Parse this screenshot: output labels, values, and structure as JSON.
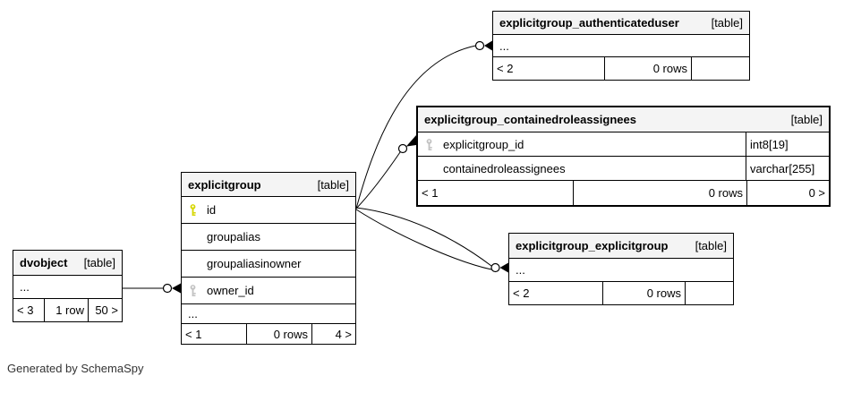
{
  "note": "Generated by SchemaSpy",
  "colors": {
    "background": "#ffffff",
    "table_header_bg": "#f4f4f4",
    "table_border": "#000000",
    "relationship_line": "#000000",
    "primary_key_icon": "#d6d600",
    "foreign_key_icon": "#c2c2c2"
  },
  "icons": {
    "primary_key": "key-icon-yellow",
    "foreign_key": "key-icon-gray"
  },
  "tables": {
    "authenticateduser": {
      "title": "explicitgroup_authenticateduser",
      "tag": "[table]",
      "dots": "...",
      "footer": {
        "prev": "< 2",
        "rows": "0 rows",
        "next": ""
      }
    },
    "containedroleassignees": {
      "title": "explicitgroup_containedroleassignees",
      "tag": "[table]",
      "columns": [
        {
          "name": "explicitgroup_id",
          "type": "int8[19]",
          "key": "foreign"
        },
        {
          "name": "containedroleassignees",
          "type": "varchar[255]",
          "key": ""
        }
      ],
      "footer": {
        "prev": "< 1",
        "rows": "0 rows",
        "next": "0 >"
      }
    },
    "explicitgroup": {
      "title": "explicitgroup",
      "tag": "[table]",
      "columns": [
        {
          "name": "id",
          "key": "primary"
        },
        {
          "name": "groupalias",
          "key": ""
        },
        {
          "name": "groupaliasinowner",
          "key": ""
        },
        {
          "name": "owner_id",
          "key": "foreign"
        }
      ],
      "dots": "...",
      "footer": {
        "prev": "< 1",
        "rows": "0 rows",
        "next": "4 >"
      }
    },
    "dvobject": {
      "title": "dvobject",
      "tag": "[table]",
      "dots": "...",
      "footer": {
        "prev": "< 3",
        "rows": "1 row",
        "next": "50 >"
      }
    },
    "explicitgroup_explicitgroup": {
      "title": "explicitgroup_explicitgroup",
      "tag": "[table]",
      "dots": "...",
      "footer": {
        "prev": "< 2",
        "rows": "0 rows",
        "next": ""
      }
    }
  },
  "relationships": [
    {
      "from": "explicitgroup.id",
      "to": "explicitgroup_authenticateduser"
    },
    {
      "from": "explicitgroup.id",
      "to": "explicitgroup_containedroleassignees.explicitgroup_id"
    },
    {
      "from": "explicitgroup.id",
      "to": "explicitgroup_explicitgroup"
    },
    {
      "from": "explicitgroup.id",
      "to": "explicitgroup_explicitgroup"
    },
    {
      "from": "dvobject",
      "to": "explicitgroup.owner_id"
    }
  ]
}
